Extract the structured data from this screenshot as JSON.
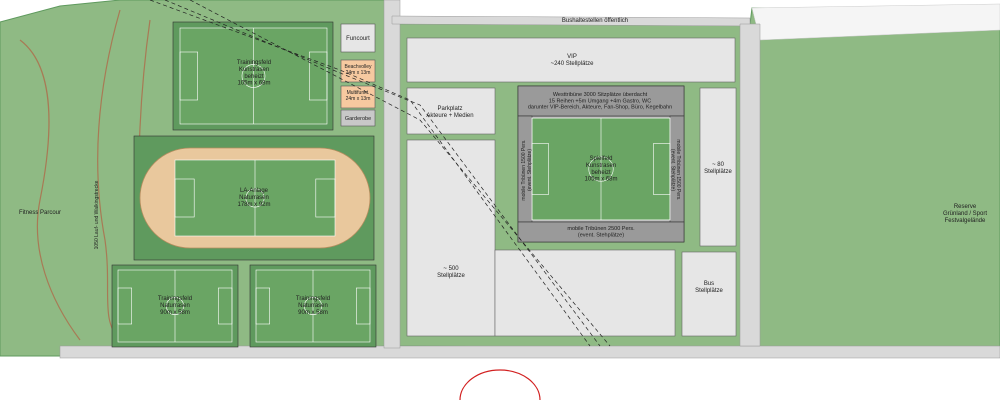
{
  "colors": {
    "green_light": "#8fba84",
    "green_dark": "#5f9a5e",
    "pitch": "#6aa564",
    "gray_lot": "#e6e6e6",
    "gray_dark": "#9a9a9a",
    "gray_mid": "#c8c8c8",
    "tan": "#e9c89d",
    "orange": "#f6c9a0",
    "road": "#d9d9d9",
    "path": "#a87a55",
    "red_mark": "#d22020"
  },
  "icons": [
    "pitch-icon",
    "running-track-icon",
    "tree-symbol-icon",
    "traffic-sign-icon",
    "north-arrow-icon"
  ],
  "labels": {
    "bus_stop": "Bushaltestellen öffentlich",
    "funcourt": "Funcourt",
    "beach": "Beachvolley\n24m x 13m",
    "multifunk": "Multifunkt.\n24m x 13m",
    "garderobe": "Garderobe",
    "training_top": "Trainingsfeld\nKunstrasen\nbeheizt\n105m x 68m",
    "la_anlage": "LA-Anlage\nNaturrasen\n178m x 92m",
    "training_bl": "Trainingsfeld\nNaturrasen\n90m x 58m",
    "training_br": "Trainingsfeld\nNaturrasen\n90m x 58m",
    "parcours_path": "1050 Lauf- und Walkingstrecke",
    "fitness": "Fitness Parcour",
    "vip": "VIP\n~240 Stellplätze",
    "parkplatz": "Parkplatz\nAkteure + Medien",
    "west_stand": "Westtribüne 3000 Sitzplätze überdacht\n15 Reihen +5m Umgang +4m Gastro, WC\ndarunter VIP-Bereich, Akteure, Fan-Shop, Büro, Kegelbahn",
    "spielfeld": "Spielfeld\nKunstrasen\nbeheizt\n105m x 68m",
    "tribune_left": "mobile Tribünen 1500 Pers.\n(event. Stehplätze)",
    "tribune_right": "mobile Tribünen 1500 Pers.\n(event. Stehplätze)",
    "tribune_bottom": "mobile Tribünen 2500 Pers.\n(event. Stehplätze)",
    "parking_80": "~ 80\nStellplätze",
    "parking_500": "~ 500\nStellplätze",
    "bus": "Bus\nStellplätze",
    "reserve": "Reserve\nGrünland / Sport\nFestvalgelände"
  }
}
